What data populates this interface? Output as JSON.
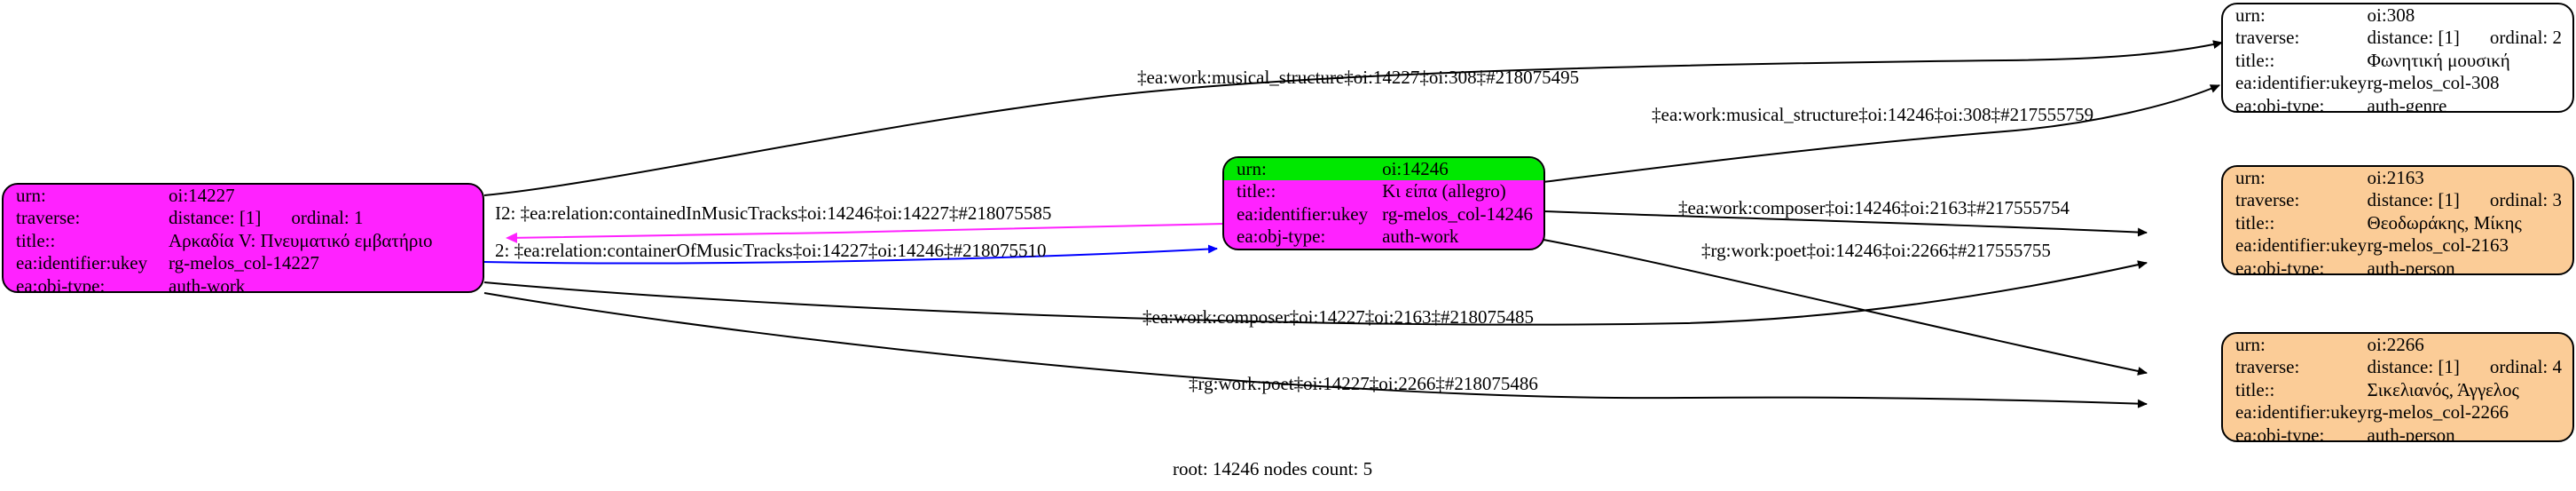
{
  "graph": {
    "caption": "root: 14246 nodes count: 5",
    "colors": {
      "node_work_focus": "#ff22ff",
      "node_highlight_row": "#00e800",
      "node_person": "#fbcc97",
      "node_genre": "#ffffff",
      "edge_default": "#000000",
      "edge_magenta": "#ff22ff",
      "edge_blue": "#0000ff"
    },
    "field_labels": {
      "urn": "urn:",
      "traverse": "traverse:",
      "title": "title::",
      "ukey": "ea:identifier:ukey",
      "objtype": "ea:obj-type:"
    }
  },
  "nodes": [
    {
      "id": "n14227",
      "style": "magenta",
      "highlight_first_row": false,
      "urn": "oi:14227",
      "traverse_distance": "distance: [1]",
      "traverse_ordinal": "ordinal: 1",
      "title": "Αρκαδία V: Πνευματικό εμβατήριο",
      "ukey": "rg-melos_col-14227",
      "objtype": "auth-work",
      "has_traverse": true
    },
    {
      "id": "n14246",
      "style": "magenta",
      "highlight_first_row": true,
      "urn": "oi:14246",
      "traverse_distance": "",
      "traverse_ordinal": "",
      "title": "Κι είπα (allegro)",
      "ukey": "rg-melos_col-14246",
      "objtype": "auth-work",
      "has_traverse": false
    },
    {
      "id": "n308",
      "style": "white",
      "highlight_first_row": false,
      "urn": "oi:308",
      "traverse_distance": "distance: [1]",
      "traverse_ordinal": "ordinal: 2",
      "title": "Φωνητική μουσική",
      "ukey": "rg-melos_col-308",
      "objtype": "auth-genre",
      "has_traverse": true
    },
    {
      "id": "n2163",
      "style": "orange",
      "highlight_first_row": false,
      "urn": "oi:2163",
      "traverse_distance": "distance: [1]",
      "traverse_ordinal": "ordinal: 3",
      "title": "Θεοδωράκης, Μίκης",
      "ukey": "rg-melos_col-2163",
      "objtype": "auth-person",
      "has_traverse": true
    },
    {
      "id": "n2266",
      "style": "orange",
      "highlight_first_row": false,
      "urn": "oi:2266",
      "traverse_distance": "distance: [1]",
      "traverse_ordinal": "ordinal: 4",
      "title": "Σικελιανός, Άγγελος",
      "ukey": "rg-melos_col-2266",
      "objtype": "auth-person",
      "has_traverse": true
    }
  ],
  "edges": [
    {
      "id": "e1",
      "label": "‡ea:work:musical_structure‡oi:14227‡oi:308‡#218075495"
    },
    {
      "id": "e2",
      "label": "‡ea:work:musical_structure‡oi:14246‡oi:308‡#217555759"
    },
    {
      "id": "e3",
      "label": "I2: ‡ea:relation:containedInMusicTracks‡oi:14246‡oi:14227‡#218075585"
    },
    {
      "id": "e4",
      "label": "2: ‡ea:relation:containerOfMusicTracks‡oi:14227‡oi:14246‡#218075510"
    },
    {
      "id": "e5",
      "label": "‡ea:work:composer‡oi:14246‡oi:2163‡#217555754"
    },
    {
      "id": "e6",
      "label": "‡rg:work:poet‡oi:14246‡oi:2266‡#217555755"
    },
    {
      "id": "e7",
      "label": "‡ea:work:composer‡oi:14227‡oi:2163‡#218075485"
    },
    {
      "id": "e8",
      "label": "‡rg:work:poet‡oi:14227‡oi:2266‡#218075486"
    }
  ]
}
